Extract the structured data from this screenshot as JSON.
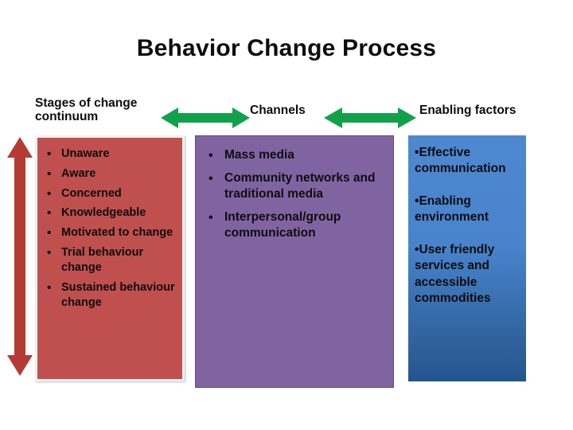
{
  "slide": {
    "title": "Behavior Change Process",
    "background": "#ffffff"
  },
  "headers": {
    "stages": "Stages of change continuum",
    "channels": "Channels",
    "enabling": "Enabling factors"
  },
  "arrows": {
    "horizontal_color": "#12a14b",
    "vertical_color": "#b63a34",
    "stages_to_channels": "double-headed-arrow",
    "channels_to_enabling": "double-headed-arrow",
    "continuum": "vertical-double-headed-arrow"
  },
  "columns": [
    {
      "id": "stages",
      "header": "Stages of change continuum",
      "color": "#c0504d",
      "items": [
        "Unaware",
        "Aware",
        "Concerned",
        "Knowledgeable",
        "Motivated to change",
        "Trial behaviour change",
        "Sustained behaviour change"
      ]
    },
    {
      "id": "channels",
      "header": "Channels",
      "color": "#8064a2",
      "items": [
        "Mass media",
        "Community networks and traditional media",
        "Interpersonal/group communication"
      ]
    },
    {
      "id": "enabling",
      "header": "Enabling factors",
      "color": "#4d88d1",
      "items": [
        "Effective communication",
        "Enabling environment",
        "User friendly services and accessible commodities"
      ]
    }
  ]
}
